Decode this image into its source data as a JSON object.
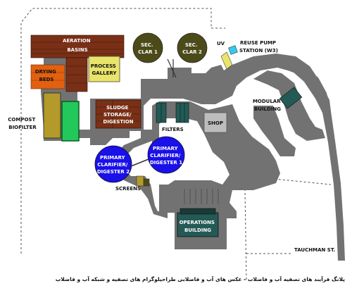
{
  "labels": {
    "aeration_basins": [
      "AERATION",
      "BASINS"
    ],
    "drying_beds": [
      "DRYING",
      "BEDS"
    ],
    "process_gallery": [
      "PROCESS",
      "GALLERY"
    ],
    "sec_clar_1": [
      "SEC.",
      "CLAR 1"
    ],
    "sec_clar_2": [
      "SEC.",
      "CLAR 2"
    ],
    "uv": "UV",
    "reuse_pump_station": [
      "REUSE PUMP",
      "STATION (W3)"
    ],
    "compost_biofilter": [
      "COMPOST",
      "BIOFILTER"
    ],
    "sludge_storage": [
      "SLUDGE",
      "STORAGE/",
      "DIGESTION"
    ],
    "filters": "FILTERS",
    "shop": "SHOP",
    "modular_building": [
      "MODULAR",
      "BUILDING"
    ],
    "primary_clarifier_2": [
      "PRIMARY",
      "CLARIFIER/",
      "DIGESTER 2"
    ],
    "primary_clarifier_1": [
      "PRIMARY",
      "CLARIFIER/",
      "DIGESTER 1"
    ],
    "screens": "SCREENS",
    "operations_building": [
      "OPERATIONS",
      "BUILDING"
    ],
    "street": "TAUCHMAN ST."
  },
  "caption": "پلانگ فرآیند های تصفیه آب و فاضلاب - عکس های آب و فاضلابی طراحیلوگرام های تصفیه و شبکه آب و فاضلاب",
  "colors": {
    "pavement": "#727272",
    "building_dark": "#5a5a5a",
    "brown": "#7a3016",
    "orange": "#e2600f",
    "olive": "#4c4a19",
    "blue": "#1a10e8",
    "yellow": "#e9e46a",
    "green": "#22c85a",
    "mustard": "#b49a2a",
    "teal": "#245a55",
    "cyan": "#33ccee",
    "shop": "#bdbdbd"
  }
}
